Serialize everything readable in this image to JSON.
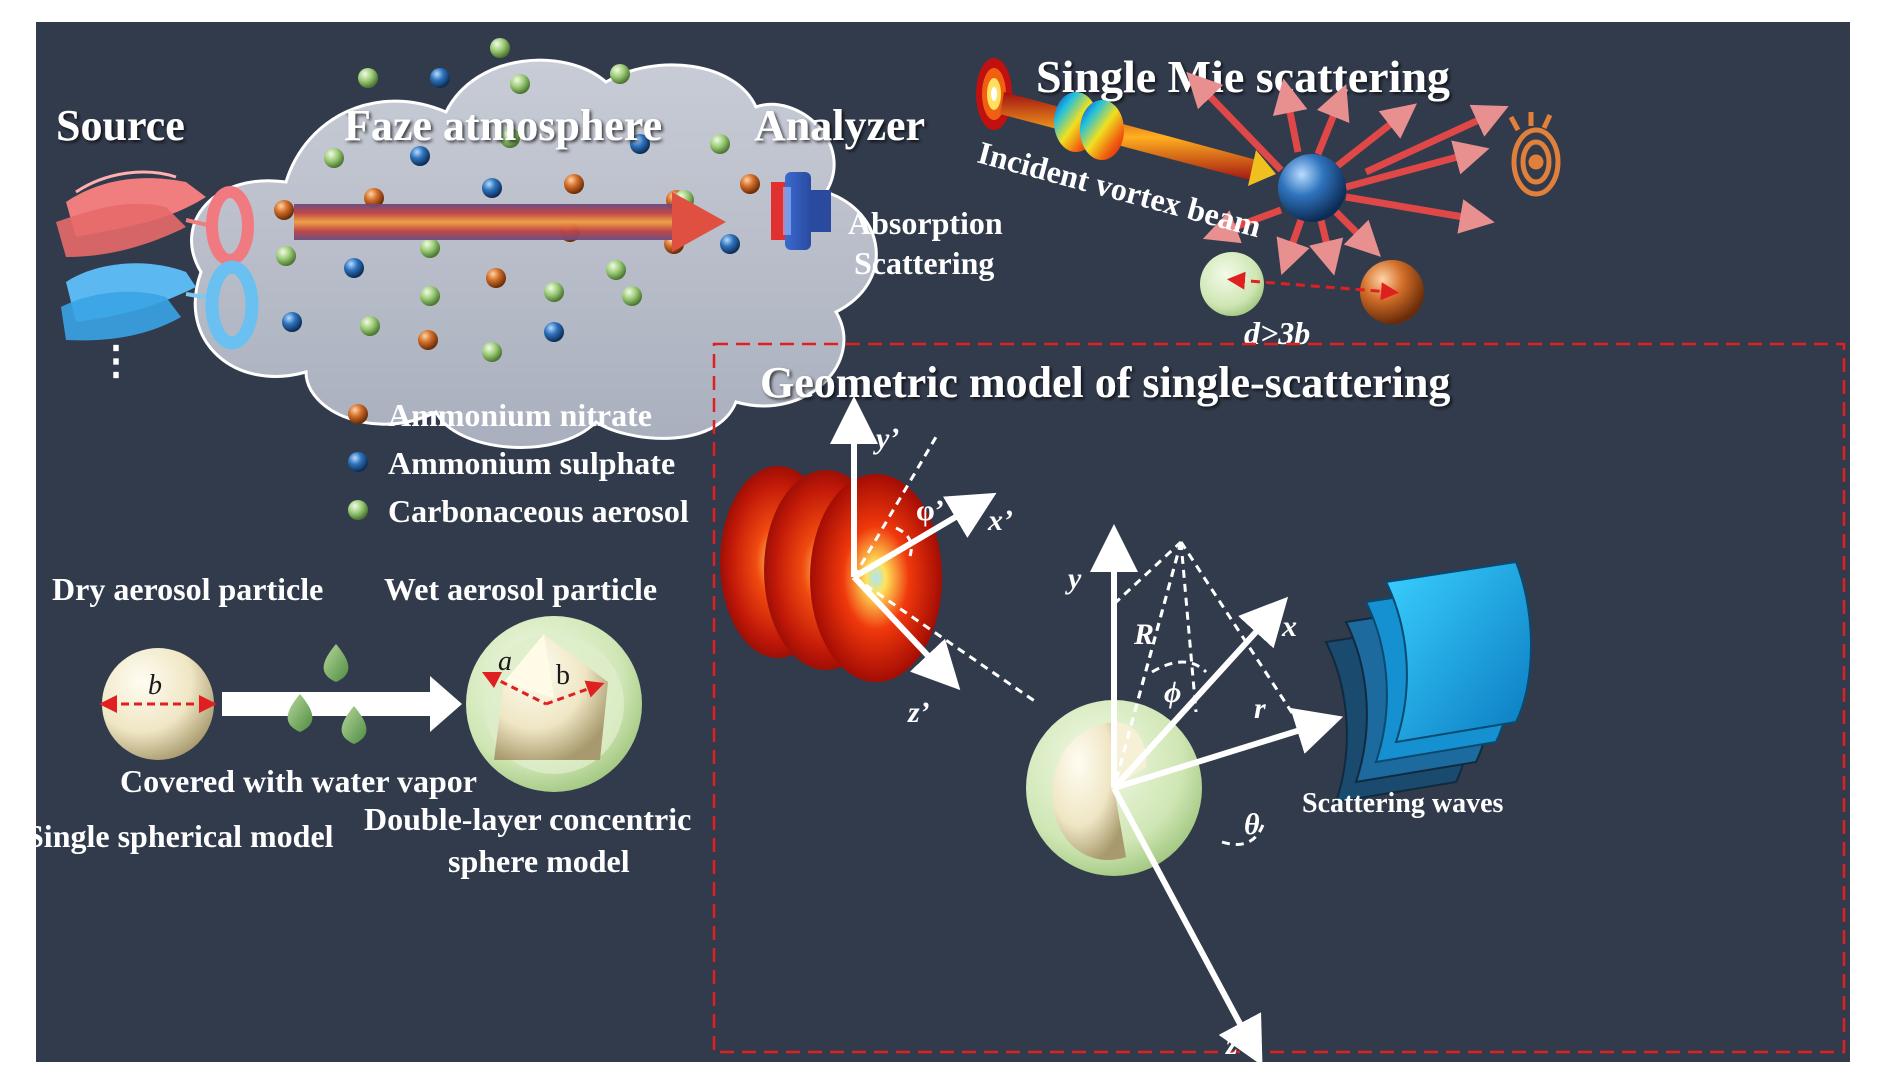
{
  "labels": {
    "source": "Source",
    "atmosphere": "Faze atmosphere",
    "analyzer": "Analyzer",
    "absorption": "Absorption",
    "scattering": "Scattering",
    "mie_title": "Single Mie scattering",
    "incident": "Incident vortex beam",
    "distance": "d>3b",
    "geo_title": "Geometric model of single-scattering",
    "dry": "Dry aerosol particle",
    "wet": "Wet aerosol particle",
    "covered": "Covered with water vapor",
    "single_model": "Single spherical model",
    "double_model_1": "Double-layer concentric",
    "double_model_2": "sphere model",
    "scattering_waves": "Scattering waves",
    "ellipsis": "⋮"
  },
  "legend": [
    {
      "label": "Ammonium nitrate",
      "color": "#c0601e"
    },
    {
      "label": "Ammonium sulphate",
      "color": "#2c6cb0"
    },
    {
      "label": "Carbonaceous aerosol",
      "color": "#8fbf6a"
    }
  ],
  "symbols": {
    "b_dry": "b",
    "a_wet": "a",
    "b_wet": "b",
    "y_prime": "y’",
    "x_prime": "x’",
    "z_prime": "z’",
    "phi_prime": "φ’",
    "y": "y",
    "x": "x",
    "z": "z",
    "R": "R",
    "phi": "ϕ",
    "r": "r",
    "theta": "θ"
  },
  "colors": {
    "background": "#323b4c",
    "nitrate": "#c0601e",
    "sulphate": "#2c6cb0",
    "carbon": "#8fbf6a",
    "dashed_box": "#e02020"
  }
}
